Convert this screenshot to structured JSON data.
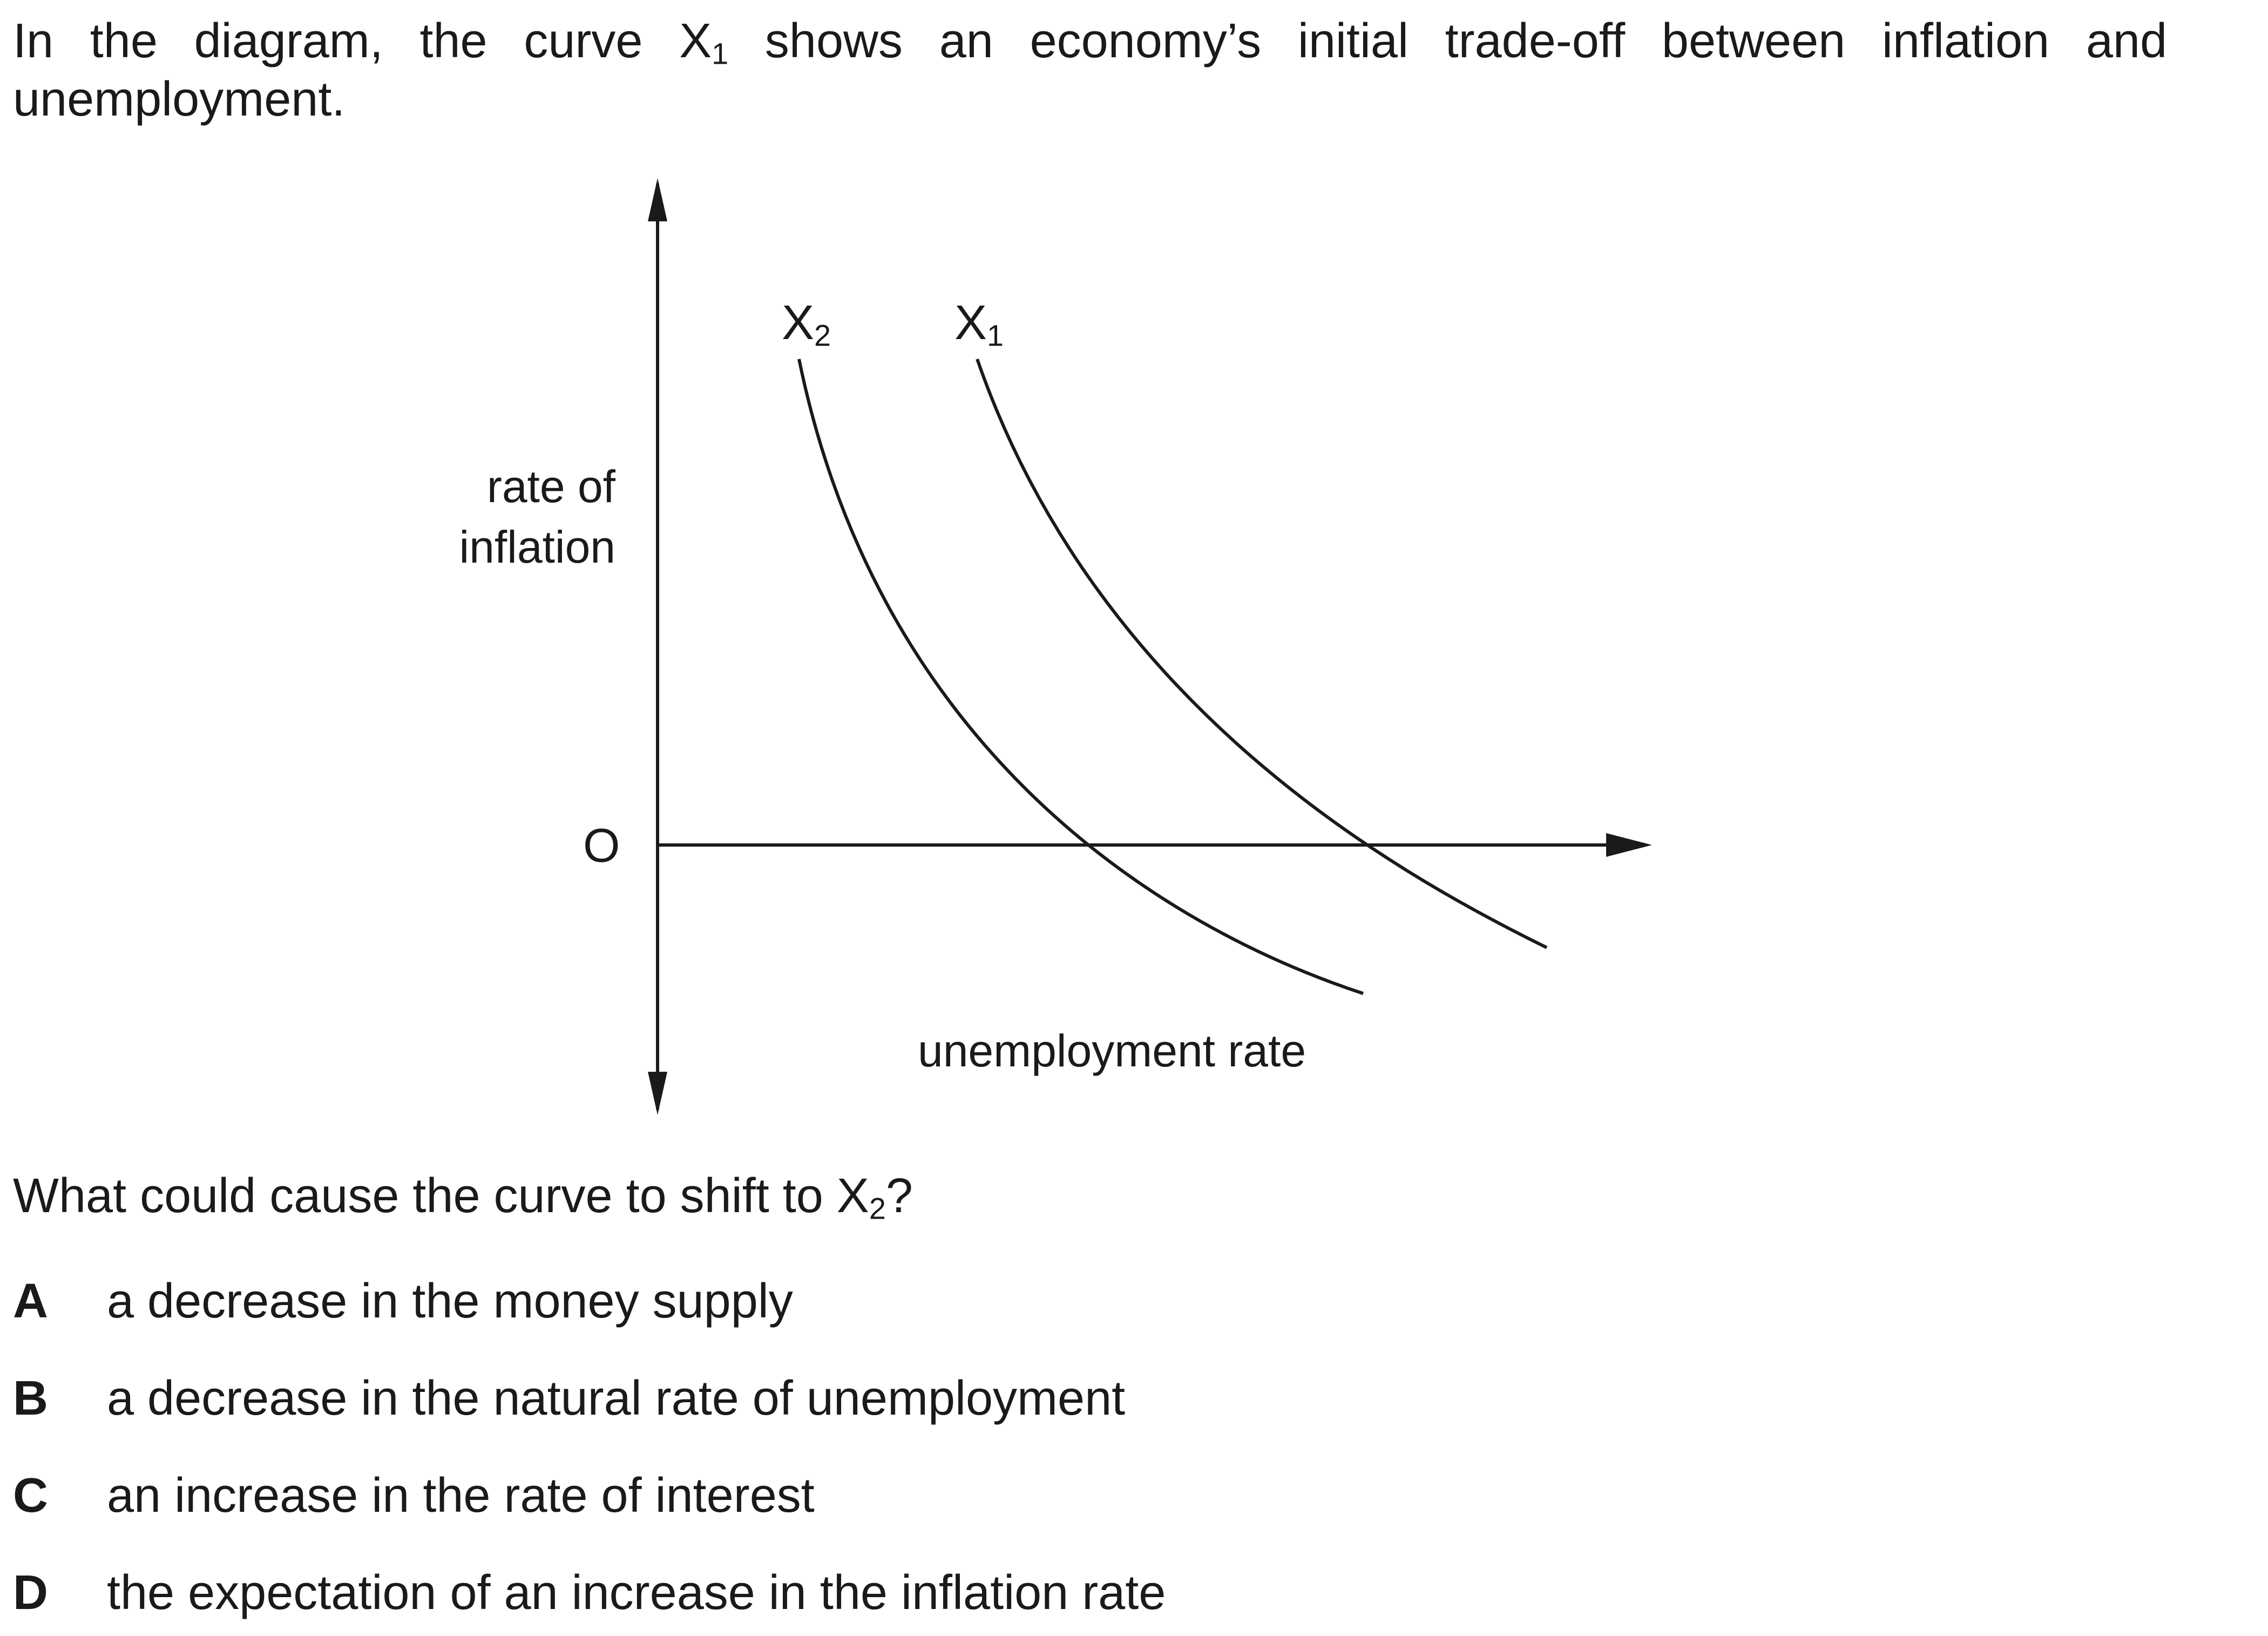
{
  "intro": {
    "before": "In the diagram, the curve X",
    "sub": "1",
    "after": " shows an economy’s initial trade-off between inflation and unemployment."
  },
  "diagram": {
    "y_axis_label_line1": "rate of",
    "y_axis_label_line2": "inflation",
    "origin_label": "O",
    "x_axis_label": "unemployment rate",
    "curves": [
      {
        "id": "X2",
        "label": "X",
        "sub": "2"
      },
      {
        "id": "X1",
        "label": "X",
        "sub": "1"
      }
    ]
  },
  "question": {
    "before": "What could cause the curve to shift to X",
    "sub": "2",
    "after": "?"
  },
  "options": [
    {
      "letter": "A",
      "text": "a decrease in the money supply"
    },
    {
      "letter": "B",
      "text": "a decrease in the natural rate of unemployment"
    },
    {
      "letter": "C",
      "text": "an increase in the rate of interest"
    },
    {
      "letter": "D",
      "text": "the expectation of an increase in the inflation rate"
    }
  ],
  "colors": {
    "ink": "#1a1a1a",
    "background": "#ffffff"
  }
}
